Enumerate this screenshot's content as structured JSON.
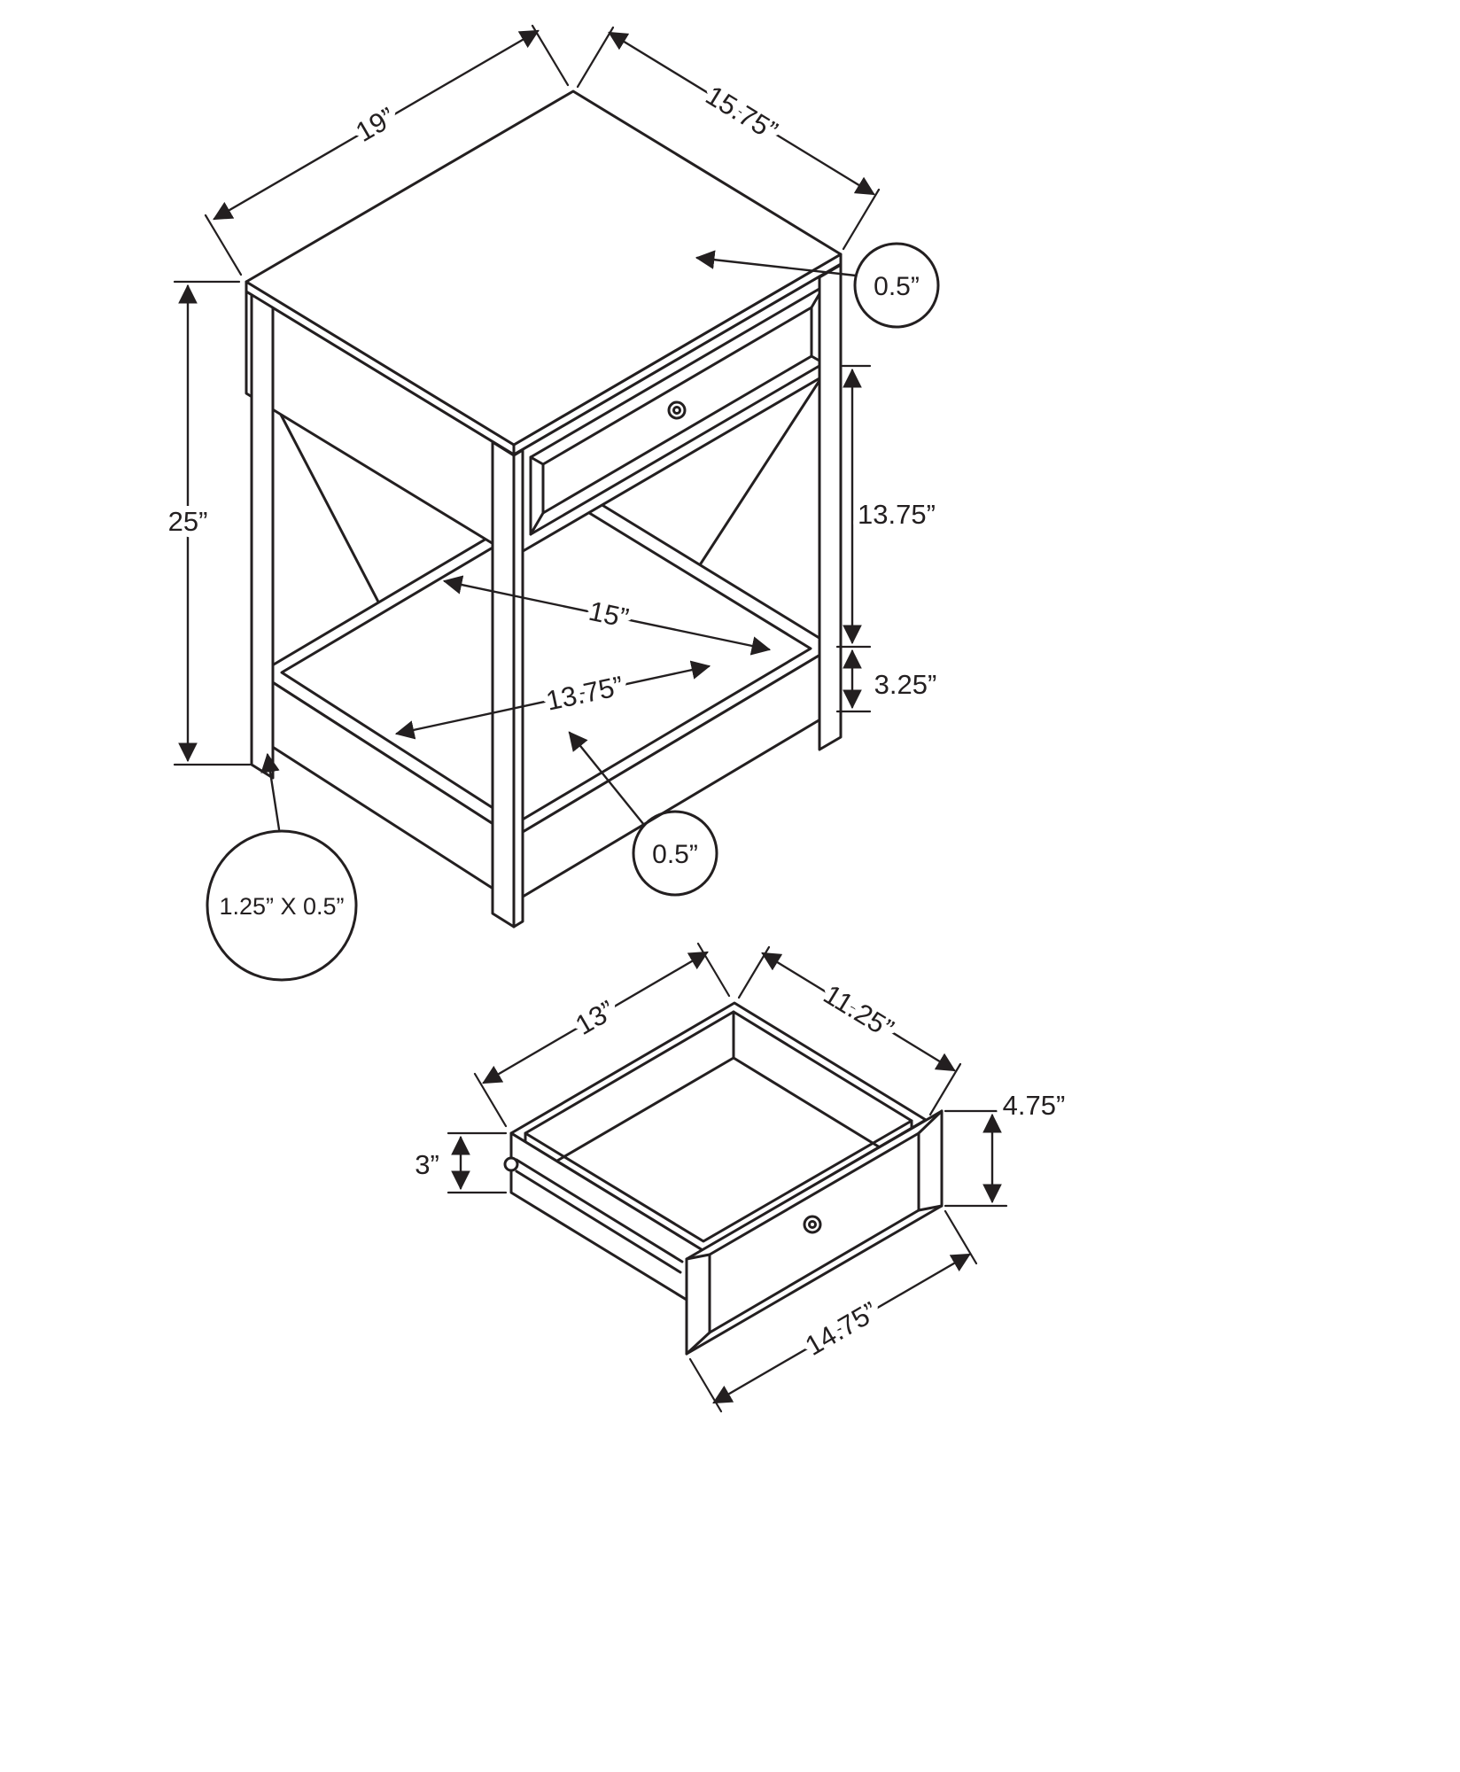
{
  "page": {
    "background": "#ffffff",
    "line_color": "#231f20"
  },
  "table_view": {
    "top_width": "19”",
    "top_depth": "15.75”",
    "top_thickness": "0.5”",
    "overall_height": "25”",
    "apron_to_shelf": "13.75”",
    "shelf_width": "15”",
    "shelf_depth": "13.75”",
    "shelf_apron_height": "3.25”",
    "shelf_thickness": "0.5”",
    "leg_size": "1.25” X 0.5”"
  },
  "drawer_view": {
    "inner_width": "13”",
    "inner_depth": "11.25”",
    "side_height": "3”",
    "front_height": "4.75”",
    "front_width": "14.75”"
  }
}
